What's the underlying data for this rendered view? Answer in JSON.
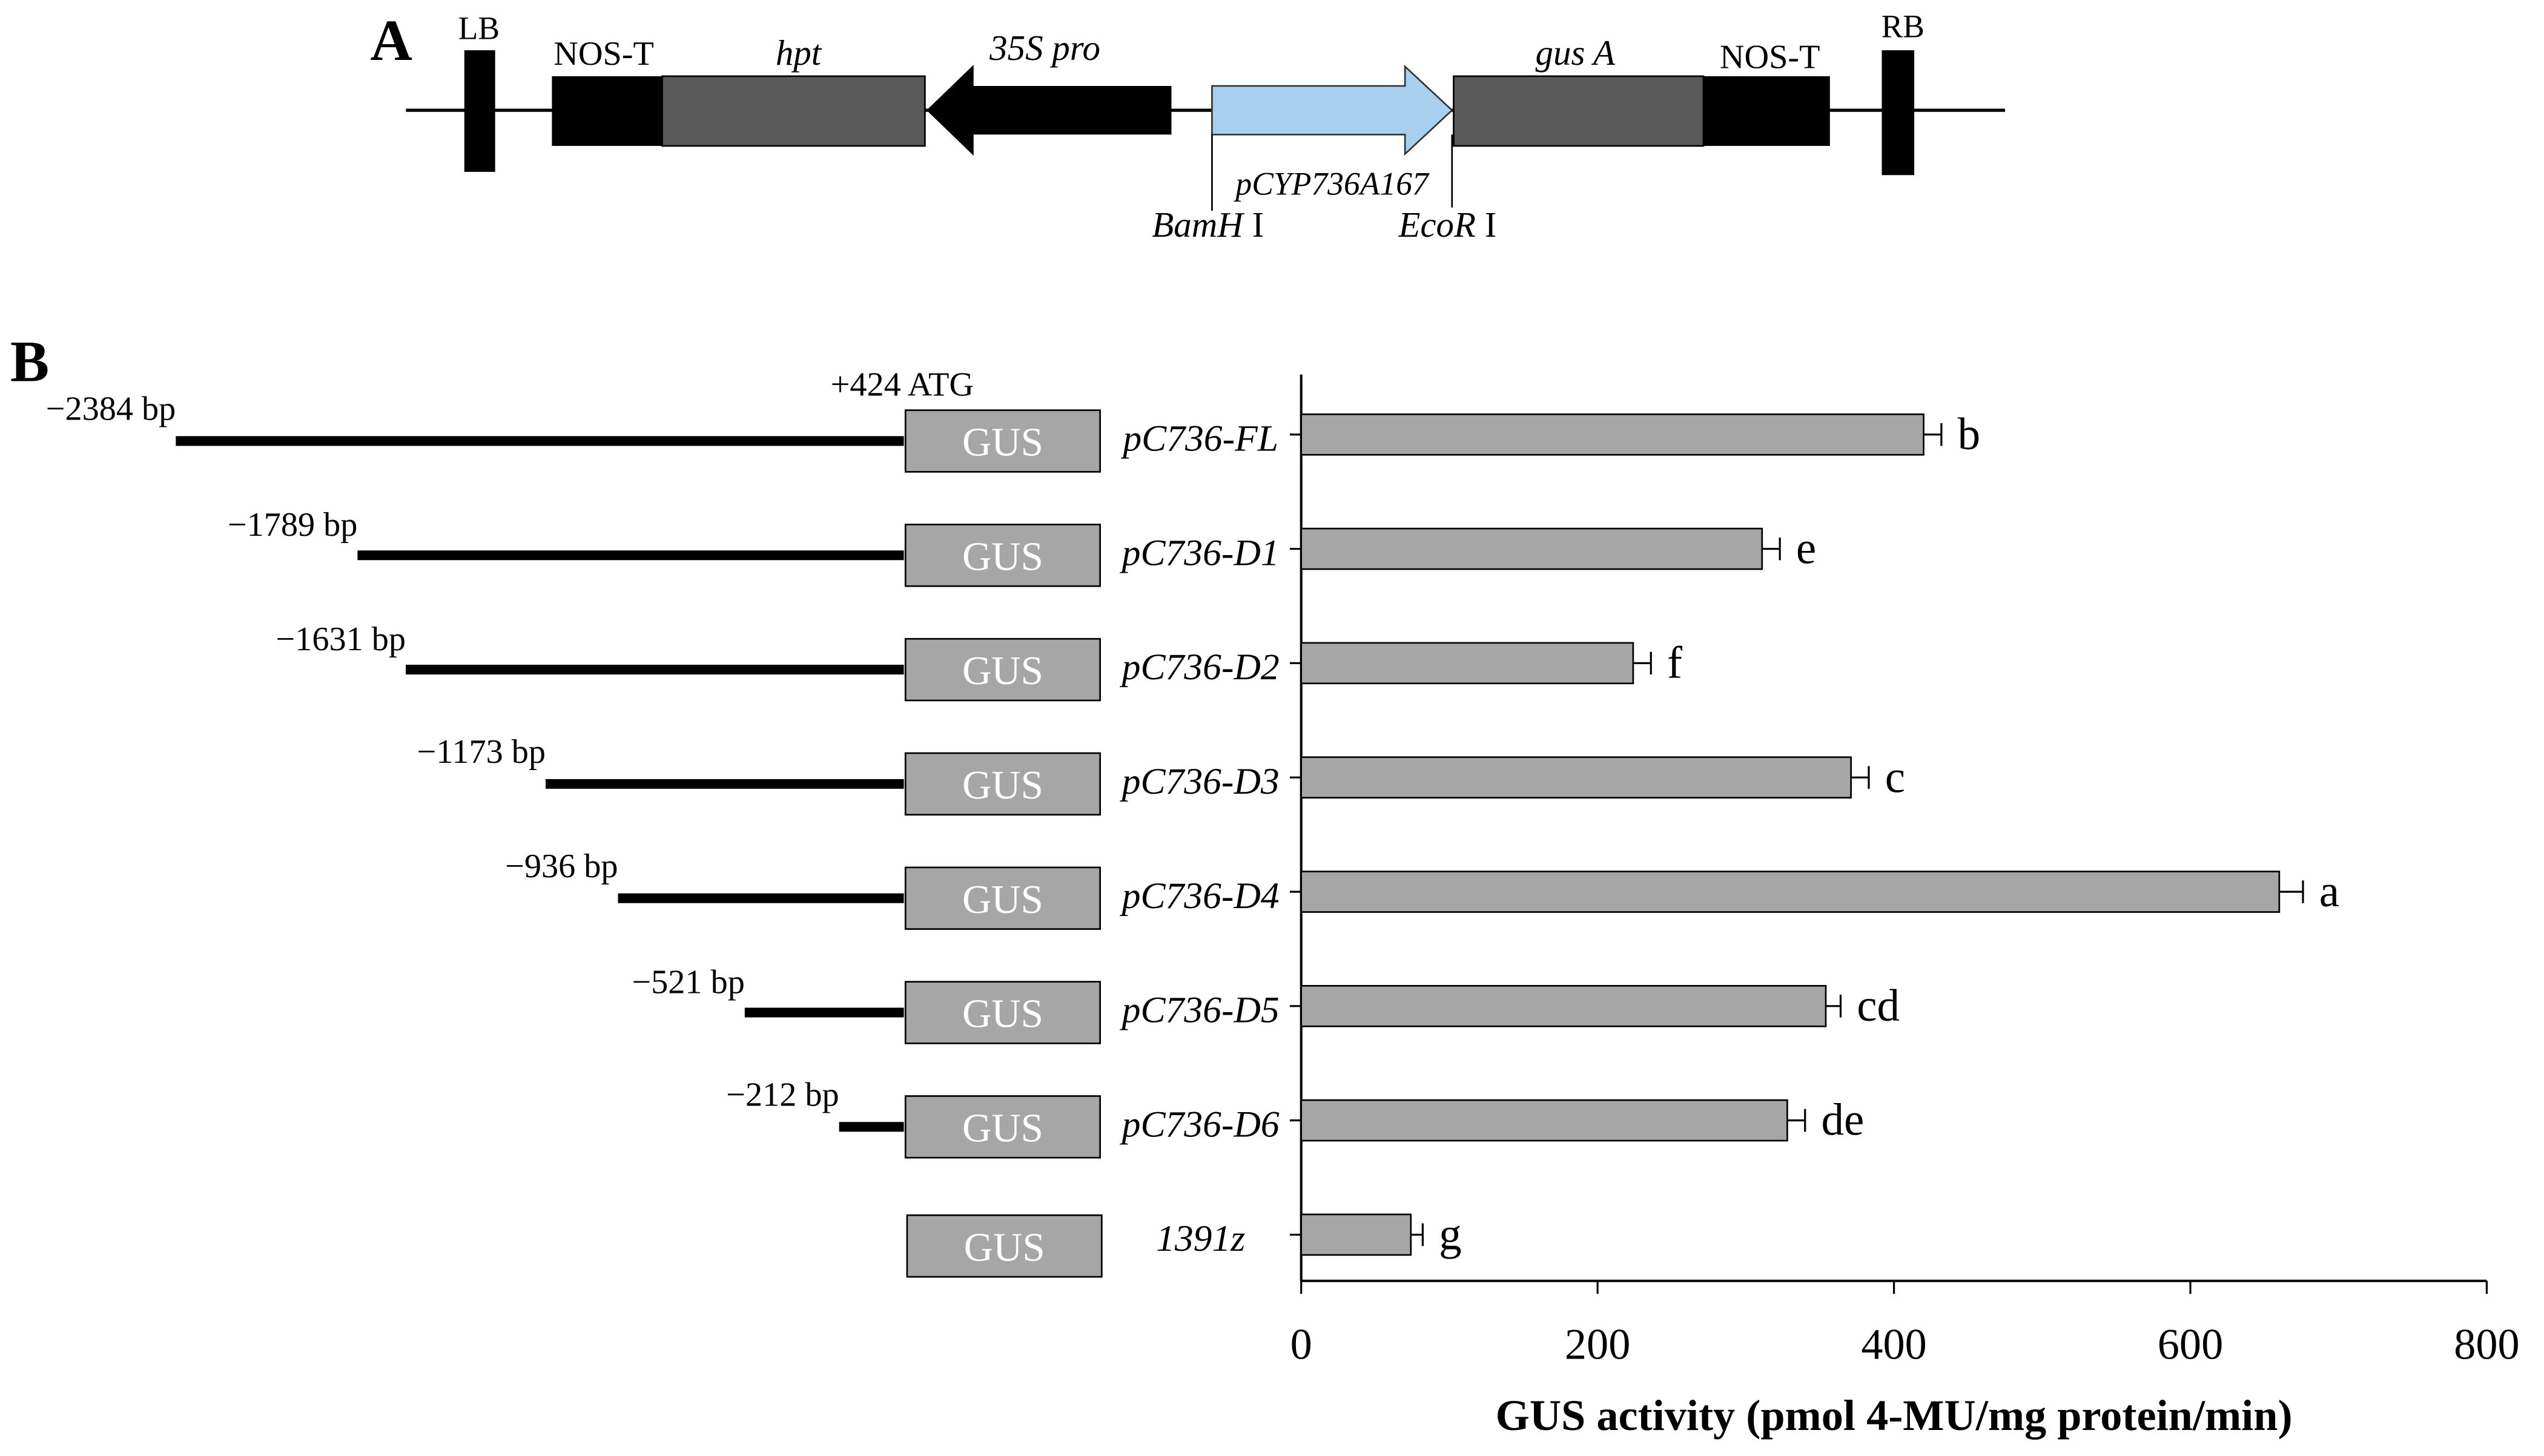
{
  "panel_a": {
    "label": "A",
    "lb": "LB",
    "rb": "RB",
    "nos_t_left": "NOS-T",
    "hpt": "hpt",
    "pro35s": "35S pro",
    "promoter": "pCYP736A167",
    "gusa": "gus A",
    "nos_t_right": "NOS-T",
    "bamh_italic": "BamH",
    "bamh_suffix": " I",
    "ecor_italic": "EcoR",
    "ecor_suffix": " I",
    "colors": {
      "promoter_arrow": "#a9cfee",
      "dark_box": "#595959",
      "black": "#000000"
    }
  },
  "panel_b": {
    "label": "B",
    "atg_label": "+424 ATG",
    "gus_box_label": "GUS",
    "bar_color": "#a6a6a6",
    "gus_box_color": "#a6a6a6"
  },
  "chart_data": {
    "type": "bar",
    "orientation": "horizontal",
    "categories": [
      "pC736-FL",
      "pC736-D1",
      "pC736-D2",
      "pC736-D3",
      "pC736-D4",
      "pC736-D5",
      "pC736-D6",
      "1391z"
    ],
    "construct_start_labels": [
      "−2384 bp",
      "−1789 bp",
      "−1631 bp",
      "−1173 bp",
      "−936 bp",
      "−521 bp",
      "−212 bp",
      ""
    ],
    "construct_start_bp": [
      -2384,
      -1789,
      -1631,
      -1173,
      -936,
      -521,
      -212,
      null
    ],
    "values": [
      420,
      311,
      224,
      371,
      660,
      354,
      328,
      74
    ],
    "errors": [
      12,
      12,
      12,
      12,
      16,
      10,
      12,
      8
    ],
    "significance_letters": [
      "b",
      "e",
      "f",
      "c",
      "a",
      "cd",
      "de",
      "g"
    ],
    "xlabel": "GUS activity (pmol 4-MU/mg protein/min)",
    "xlim": [
      0,
      800
    ],
    "xticks": [
      "0",
      "200",
      "400",
      "600",
      "800"
    ],
    "grid": false,
    "legend": "none"
  }
}
